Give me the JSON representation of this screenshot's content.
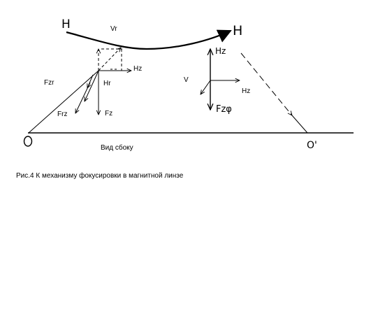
{
  "figure": {
    "caption": "Рис.4 К механизму фокусировки в магнитной линзе",
    "view_label": "Вид сбоку",
    "labels": {
      "h_left": "H",
      "h_right": "H",
      "vr": "Vr",
      "hz_left": "Hz",
      "hr": "Hr",
      "fzr": "Fzr",
      "frz": "Frz",
      "fz": "Fz",
      "hz_top": "Hz",
      "v": "V",
      "hz_right": "Hz",
      "fz_phi": "Fzφ",
      "origin": "O",
      "image_point": "O'"
    }
  }
}
